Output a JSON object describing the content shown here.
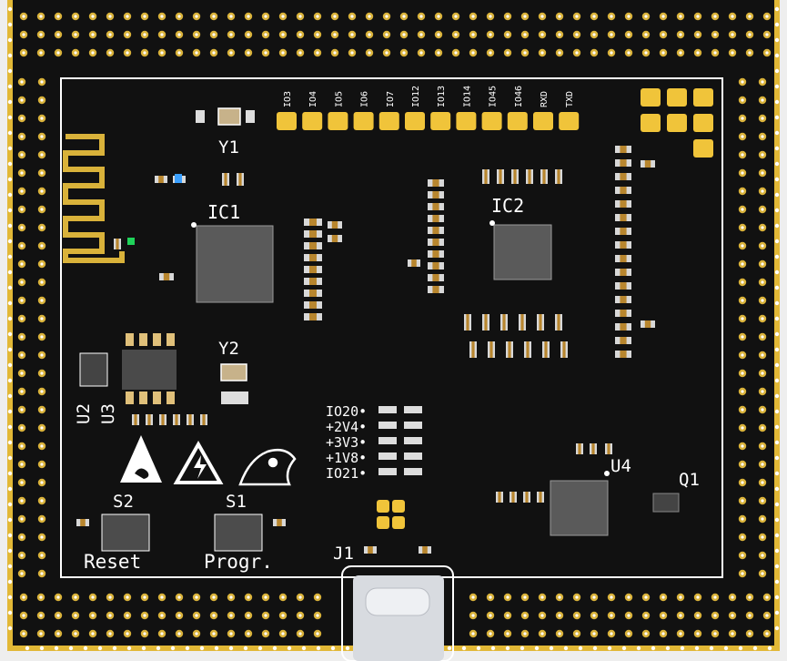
{
  "board": {
    "colors": {
      "soldermask": "#111111",
      "copper_gold": "#e8c23a",
      "silkscreen": "#ffffff",
      "ic_body": "#5a5a5a",
      "substrate_edge": "#f0f0f0",
      "led_green": "#1fd35a",
      "led_blue": "#3aa0ff"
    },
    "icons": [
      "esd-warning-icon",
      "high-voltage-warning-icon",
      "owl-logo-icon"
    ]
  },
  "designators": {
    "y1": "Y1",
    "ic1": "IC1",
    "ic2": "IC2",
    "y2": "Y2",
    "u2": "U2",
    "u3": "U3",
    "u4": "U4",
    "q1": "Q1",
    "s2": "S2",
    "s1": "S1",
    "j1": "J1"
  },
  "header_pins": [
    "IO3",
    "IO4",
    "IO5",
    "IO6",
    "IO7",
    "IO12",
    "IO13",
    "IO14",
    "IO45",
    "IO46",
    "RXD",
    "TXD"
  ],
  "power_labels": [
    "IO20",
    "+2V4",
    "+3V3",
    "+1V8",
    "IO21"
  ],
  "button_labels": {
    "reset": "Reset",
    "program": "Progr."
  }
}
